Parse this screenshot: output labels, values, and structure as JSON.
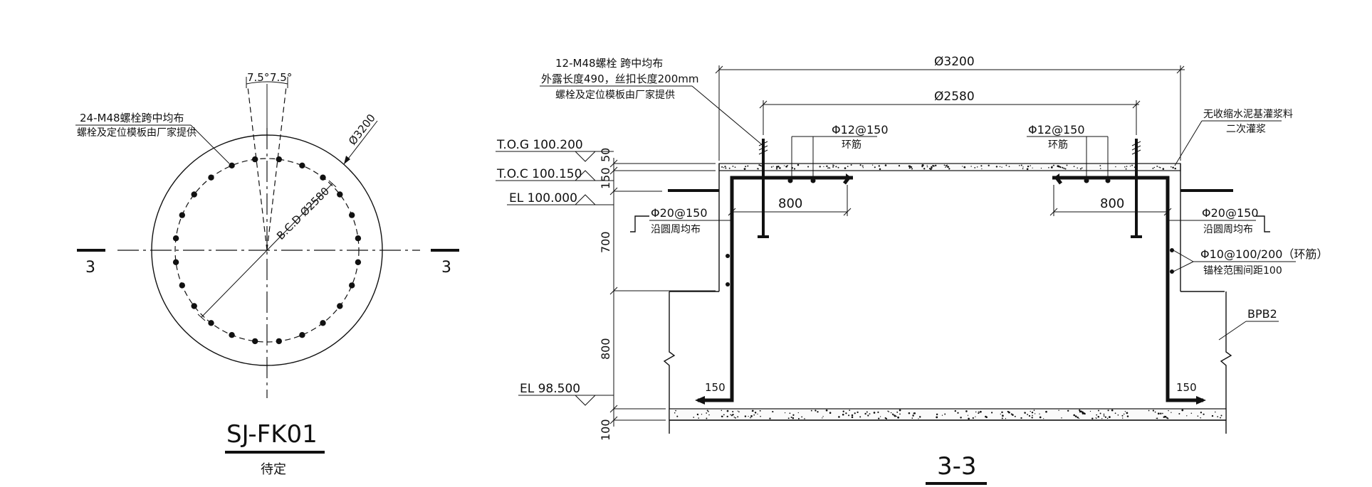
{
  "plan": {
    "bolt_note_line1": "24-M48螺栓跨中均布",
    "bolt_note_line2": "螺栓及定位模板由厂家提供",
    "angle_left": "7.5°",
    "angle_right": "7.5°",
    "outer_dia": "Ø3200",
    "bcd": "B.C.D Ø2580",
    "section_mark_left": "3",
    "section_mark_right": "3",
    "title": "SJ-FK01",
    "subtitle": "待定"
  },
  "section": {
    "bolt_note_line1": "12-M48螺栓 跨中均布",
    "bolt_note_line2": "外露长度490，丝扣长度200mm",
    "bolt_note_line3": "螺栓及定位模板由厂家提供",
    "dim_outer": "Ø3200",
    "dim_inner": "Ø2580",
    "rebar_top_left": "Φ12@150",
    "rebar_top_left_sub": "环筋",
    "rebar_top_right": "Φ12@150",
    "rebar_top_right_sub": "环筋",
    "grout_line1": "无收缩水泥基灌浆料",
    "grout_line2": "二次灌浆",
    "level_tog": "T.O.G 100.200",
    "level_toc": "T.O.C 100.150",
    "level_el": "EL 100.000",
    "level_bottom": "EL 98.500",
    "dim_50": "50",
    "dim_150": "150",
    "dim_700": "700",
    "dim_800_vert": "800",
    "dim_100": "100",
    "dim_800_left": "800",
    "dim_800_right": "800",
    "rebar_vert_left": "Φ20@150",
    "rebar_vert_left_sub": "沿圆周均布",
    "rebar_vert_right": "Φ20@150",
    "rebar_vert_right_sub": "沿圆周均布",
    "stirrup": "Φ10@100/200（环筋）",
    "stirrup_sub": "锚栓范围间距100",
    "hook_left": "150",
    "hook_right": "150",
    "bpb": "BPB2",
    "title": "3-3"
  }
}
